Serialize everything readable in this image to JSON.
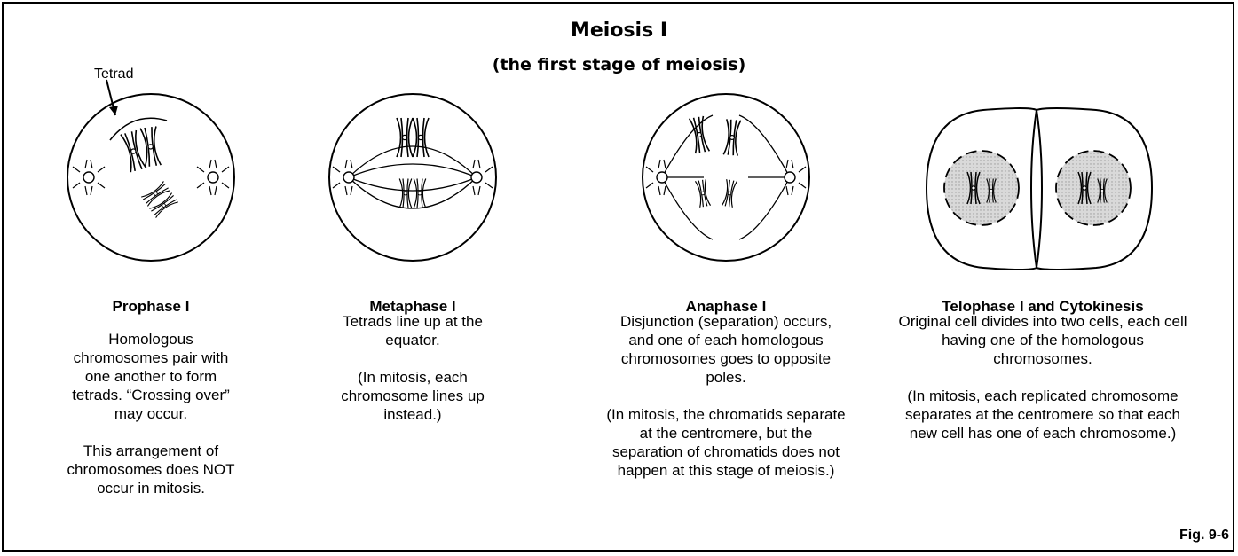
{
  "title": "Meiosis I",
  "subtitle": "(the first stage of meiosis)",
  "tetrad_label": "Tetrad",
  "figure_label": "Fig. 9-6",
  "phases": [
    {
      "name": "Prophase I",
      "description": "Homologous chromosomes pair with one another to form tetrads. “Crossing over” may occur.",
      "note": "This arrangement of chromosomes does NOT occur in mitosis."
    },
    {
      "name": "Metaphase I",
      "description": "Tetrads line up at the equator.",
      "note": "(In mitosis, each chromosome lines up instead.)"
    },
    {
      "name": "Anaphase I",
      "description": "Disjunction (separation) occurs, and one of each homologous chromosomes goes to opposite poles.",
      "note": "(In mitosis, the chromatids separate at the centromere, but the separation of chromatids does not happen at this stage of meiosis.)"
    },
    {
      "name": "Telophase I and Cytokinesis",
      "description": "Original cell divides into two cells, each cell having one of the homologous chromosomes.",
      "note": "(In mitosis, each replicated chromosome separates at the centromere so that each new cell has one of each chromosome.)"
    }
  ]
}
